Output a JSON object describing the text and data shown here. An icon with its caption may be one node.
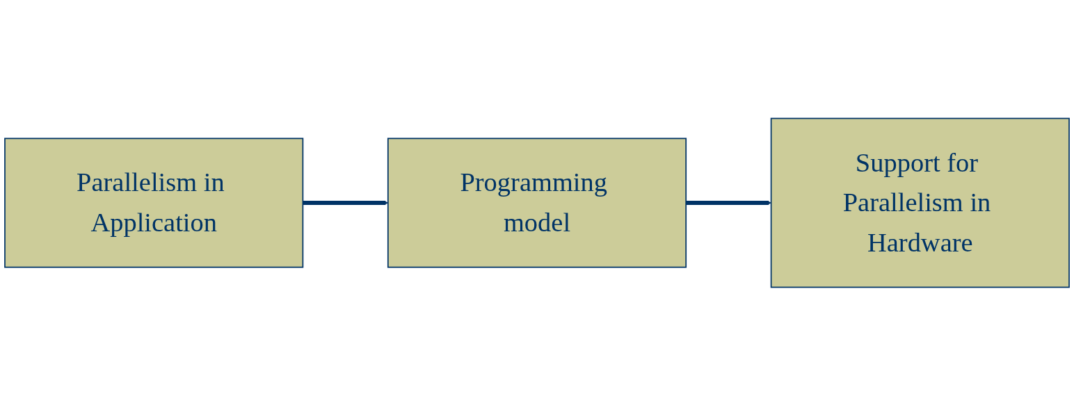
{
  "diagram": {
    "nodes": [
      {
        "text": [
          "Parallelism in Application"
        ]
      },
      {
        "text": [
          "Programming model"
        ]
      },
      {
        "text": [
          "Support for Parallelism in Hardware"
        ]
      }
    ],
    "edges": [
      {
        "from": 0,
        "to": 1,
        "arrow": "to"
      },
      {
        "from": 1,
        "to": 2,
        "arrow": "to"
      }
    ]
  }
}
